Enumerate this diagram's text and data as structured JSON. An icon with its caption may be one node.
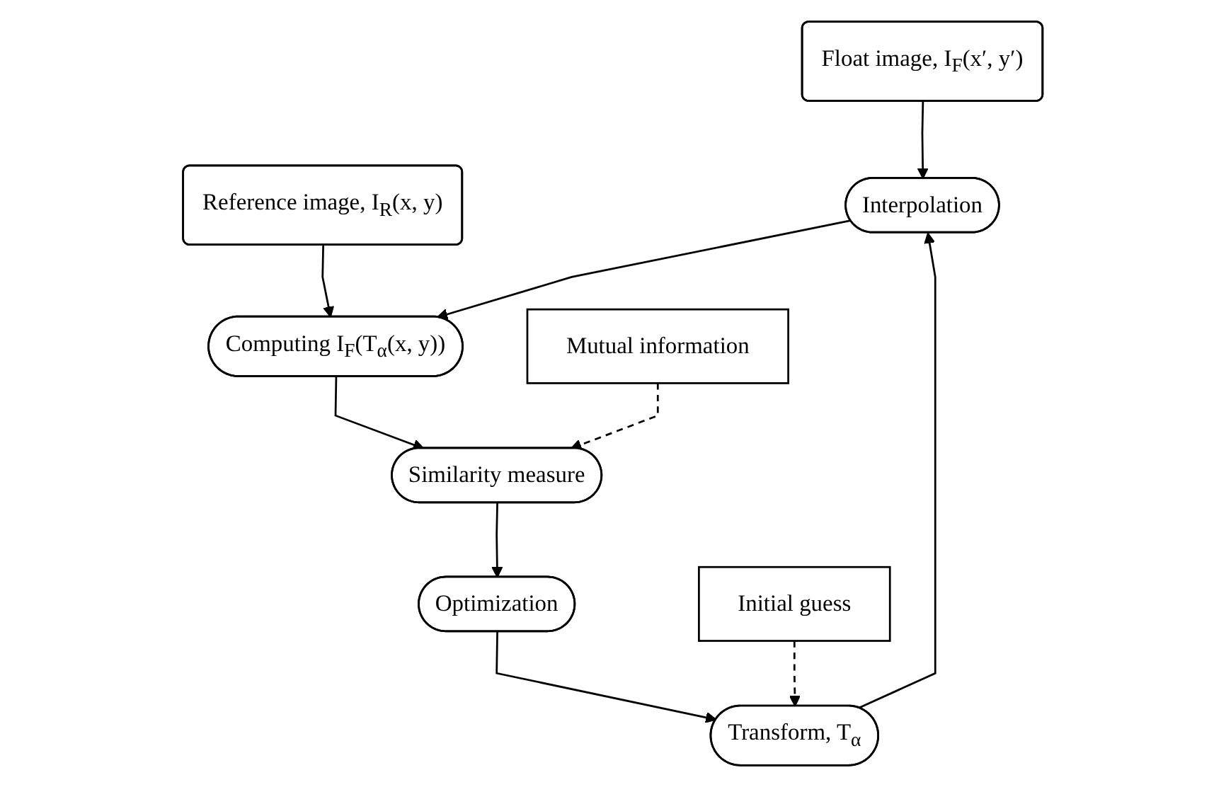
{
  "diagram": {
    "nodes": [
      {
        "text": [
          "Float image, I$_{F}$(x′, y′)"
        ]
      },
      {
        "text": [
          "Reference image, I$_{R}$(x, y)"
        ]
      },
      {
        "text": [
          "Interpolation"
        ]
      },
      {
        "text": [
          "Computing I$_{F}$(T$_{α}$(x, y))"
        ]
      },
      {
        "text": [
          "Transform, T$_{α}$"
        ]
      },
      {
        "text": [
          "Similarity measure"
        ]
      },
      {
        "text": [
          "Optimization"
        ]
      },
      {
        "text": [
          "Initial guess"
        ]
      },
      {
        "text": [
          "Mutual information"
        ]
      }
    ],
    "edges": [
      {
        "from": 0,
        "to": 2,
        "arrow": "to"
      },
      {
        "from": 1,
        "to": 3,
        "arrow": "to"
      },
      {
        "from": 2,
        "to": 3,
        "arrow": "to"
      },
      {
        "from": 3,
        "to": 5,
        "arrow": "to"
      },
      {
        "from": 4,
        "to": 2,
        "arrow": "to"
      },
      {
        "from": 5,
        "to": 6,
        "arrow": "to"
      },
      {
        "from": 6,
        "to": 4,
        "arrow": "to"
      },
      {
        "from": 7,
        "to": 4,
        "arrow": "to",
        "style": "dashed"
      },
      {
        "from": 8,
        "to": 5,
        "arrow": "to",
        "style": "dashed"
      }
    ]
  }
}
